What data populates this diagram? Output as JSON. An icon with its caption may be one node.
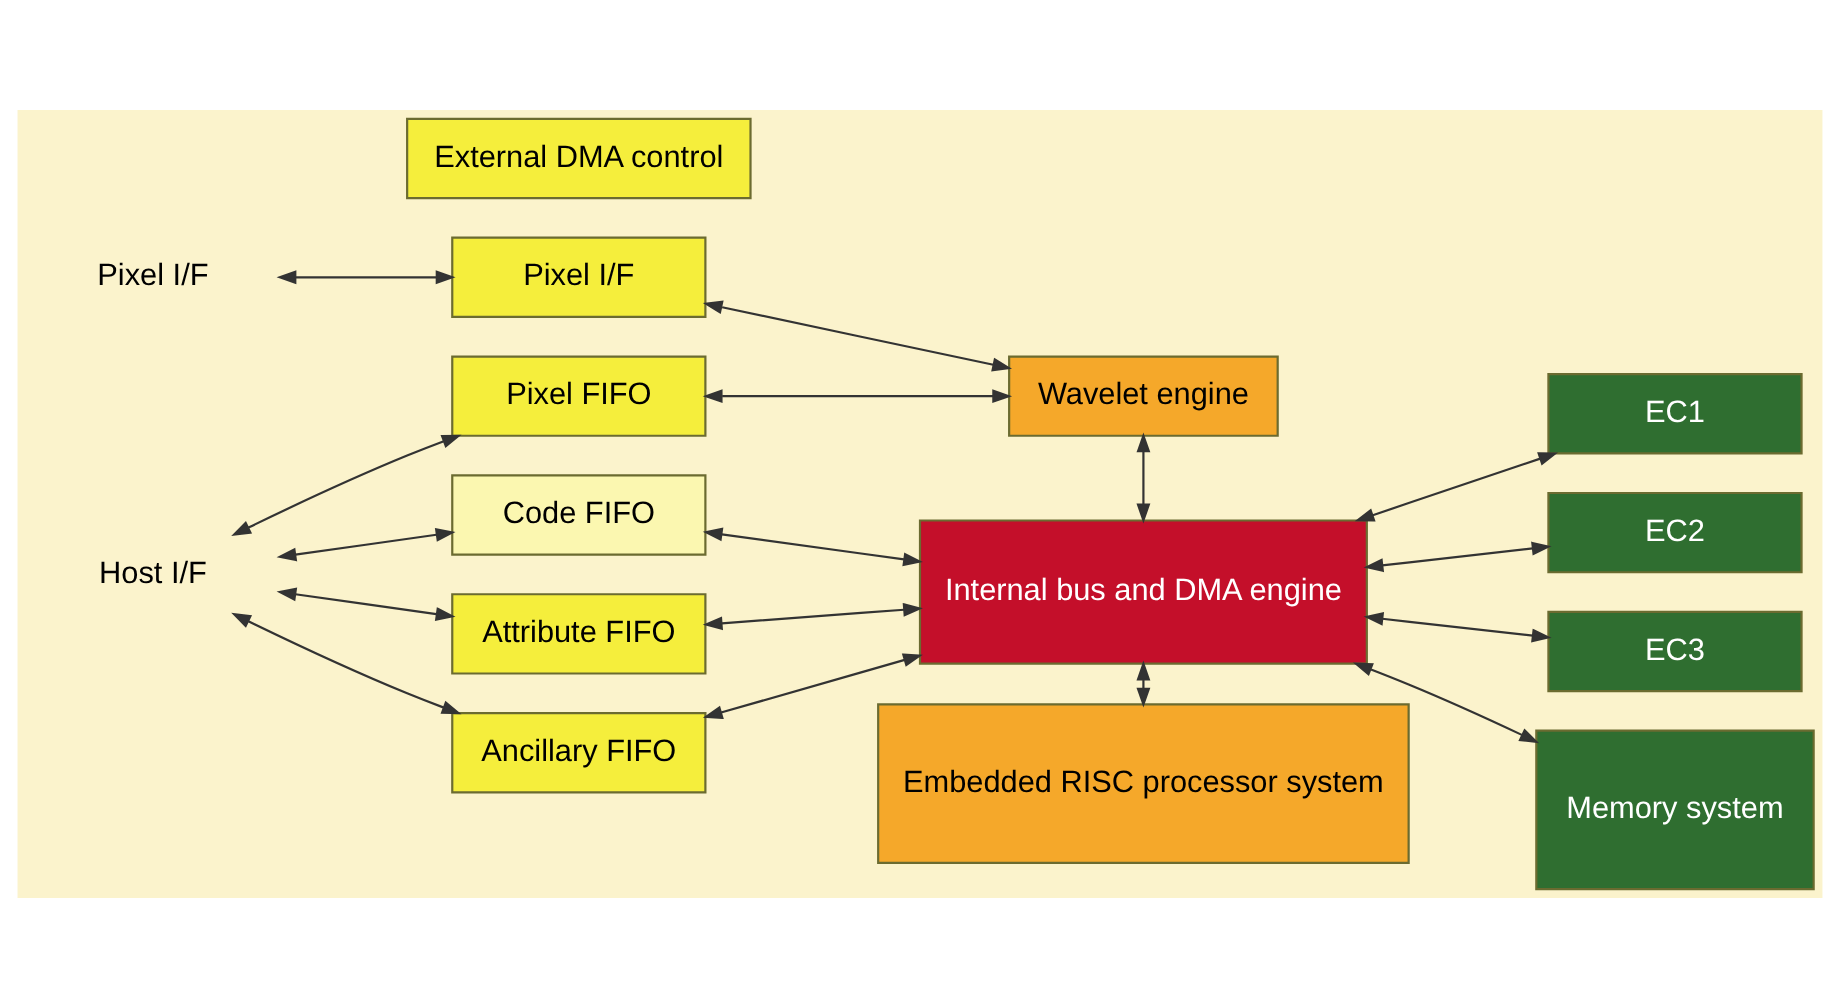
{
  "diagram": {
    "nodes": [
      {
        "text": [
          "Pixel I/F"
        ]
      },
      {
        "text": [
          "Pixel I/F"
        ]
      },
      {
        "text": [
          "External DMA control"
        ]
      },
      {
        "text": [
          "Pixel FIFO"
        ]
      },
      {
        "text": [
          "Code FIFO"
        ]
      },
      {
        "text": [
          "Attribute FIFO"
        ]
      },
      {
        "text": [
          "Ancillary FIFO"
        ]
      },
      {
        "text": [
          "Host I/F"
        ]
      },
      {
        "text": [
          "Wavelet engine"
        ]
      },
      {
        "text": [
          "EC1"
        ]
      },
      {
        "text": [
          "EC2"
        ]
      },
      {
        "text": [
          "EC3"
        ]
      },
      {
        "text": [
          "Internal bus and DMA engine"
        ]
      },
      {
        "text": [
          "Embedded RISC processor system"
        ]
      },
      {
        "text": [
          "Memory system"
        ]
      }
    ],
    "edges": [
      {
        "from": 0,
        "to": 1,
        "arrow": "both"
      },
      {
        "from": 1,
        "to": 8,
        "arrow": "both"
      },
      {
        "from": 3,
        "to": 8,
        "arrow": "both"
      },
      {
        "from": 7,
        "to": 3,
        "arrow": "both"
      },
      {
        "from": 7,
        "to": 4,
        "arrow": "both"
      },
      {
        "from": 7,
        "to": 5,
        "arrow": "both"
      },
      {
        "from": 7,
        "to": 6,
        "arrow": "both"
      },
      {
        "from": 4,
        "to": 12,
        "arrow": "both"
      },
      {
        "from": 5,
        "to": 12,
        "arrow": "both"
      },
      {
        "from": 6,
        "to": 12,
        "arrow": "both"
      },
      {
        "from": 8,
        "to": 12,
        "arrow": "both"
      },
      {
        "from": 9,
        "to": 12,
        "arrow": "both"
      },
      {
        "from": 10,
        "to": 12,
        "arrow": "both"
      },
      {
        "from": 11,
        "to": 12,
        "arrow": "both"
      },
      {
        "from": 12,
        "to": 13,
        "arrow": "both"
      },
      {
        "from": 12,
        "to": 14,
        "arrow": "both"
      }
    ]
  }
}
